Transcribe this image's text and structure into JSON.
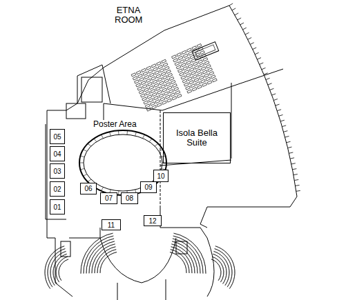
{
  "diagram": {
    "nodes": [
      {
        "text": [
          "Isola Bella Suite"
        ]
      },
      {
        "text": [
          "05"
        ]
      },
      {
        "text": [
          "04"
        ]
      },
      {
        "text": [
          "03"
        ]
      },
      {
        "text": [
          "02"
        ]
      },
      {
        "text": [
          "01"
        ]
      },
      {
        "text": [
          "06"
        ]
      },
      {
        "text": [
          "07"
        ]
      },
      {
        "text": [
          "08"
        ]
      },
      {
        "text": [
          "09"
        ]
      },
      {
        "text": [
          "10"
        ]
      },
      {
        "text": [
          "11"
        ]
      },
      {
        "text": [
          "12"
        ]
      }
    ],
    "labels": [
      "ETNA ROOM",
      "Poster Area"
    ]
  }
}
